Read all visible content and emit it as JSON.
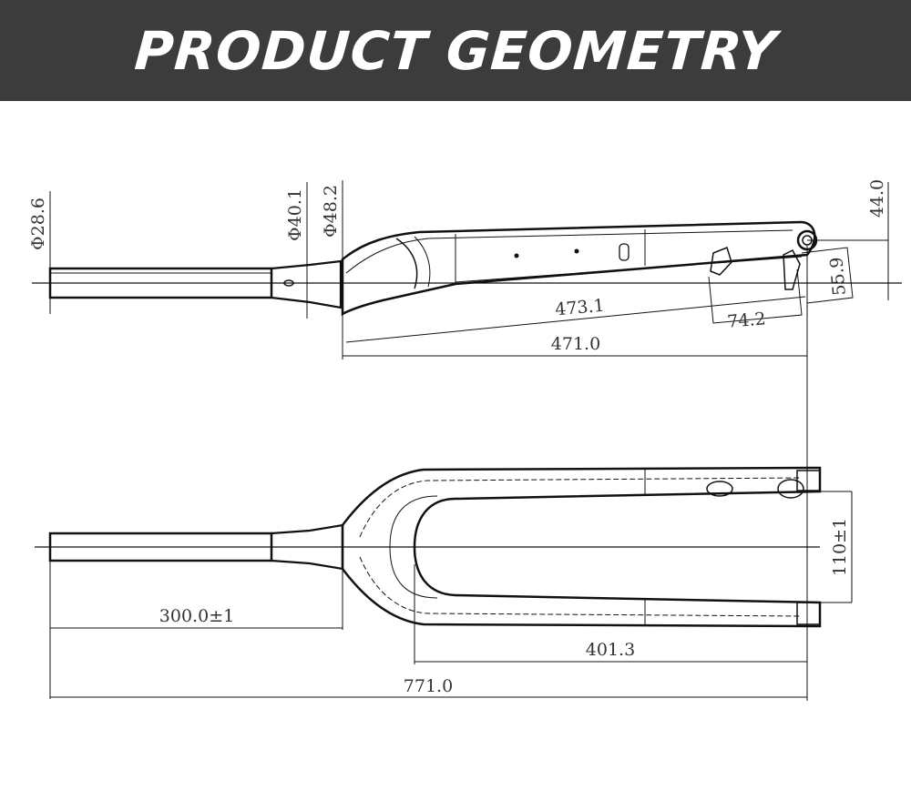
{
  "header": {
    "title": "PRODUCT GEOMETRY"
  },
  "dimensions": {
    "steerer_top_dia": "Φ28.6",
    "crown_dia_1": "Φ40.1",
    "crown_dia_2": "Φ48.2",
    "dropout_offset": "44.0",
    "axle_to_crown": "473.1",
    "fork_length": "471.0",
    "offset_a": "74.2",
    "offset_b": "55.9",
    "steerer_length": "300.0±1",
    "hub_spacing": "110±1",
    "blade_length": "401.3",
    "total_length": "771.0"
  },
  "colors": {
    "header_bg": "#3c3c3c",
    "header_text": "#ffffff",
    "line": "#111111"
  }
}
